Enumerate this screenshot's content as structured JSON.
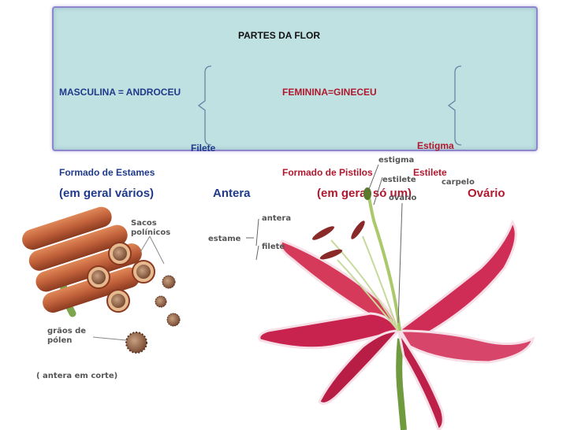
{
  "title": "PARTES DA FLOR",
  "masculina": {
    "heading": "MASCULINA = ANDROCEU",
    "parts": [
      "Filete",
      "Antera"
    ],
    "formado": "Formado de Estames",
    "qtd": "(em geral vários)"
  },
  "feminina": {
    "heading": "FEMININA=GINECEU",
    "parts": [
      "Estigma",
      "Estilete",
      "Ovário"
    ],
    "formado": "Formado de Pistilos",
    "qtd": "(em geral só um)"
  },
  "stamen_labels": {
    "sacos": [
      "Sacos",
      "polínicos"
    ],
    "graos": [
      "grãos de",
      "pólen"
    ],
    "corte": "( antera em corte)"
  },
  "lily_labels": {
    "estigma": "estigma",
    "estilete": "estilete",
    "ovario": "ovário",
    "carpelo": "carpelo",
    "antera": "antera",
    "estame": "estame",
    "filete": "filete"
  },
  "colors": {
    "panel_bg": "#bfe1e1",
    "panel_border": "#8e86cc",
    "masc_text": "#1f3a8a",
    "fem_text": "#b0182e",
    "petal": "#c8234f",
    "anther_tube": "#c0603a",
    "stem": "#6f9a3d"
  }
}
